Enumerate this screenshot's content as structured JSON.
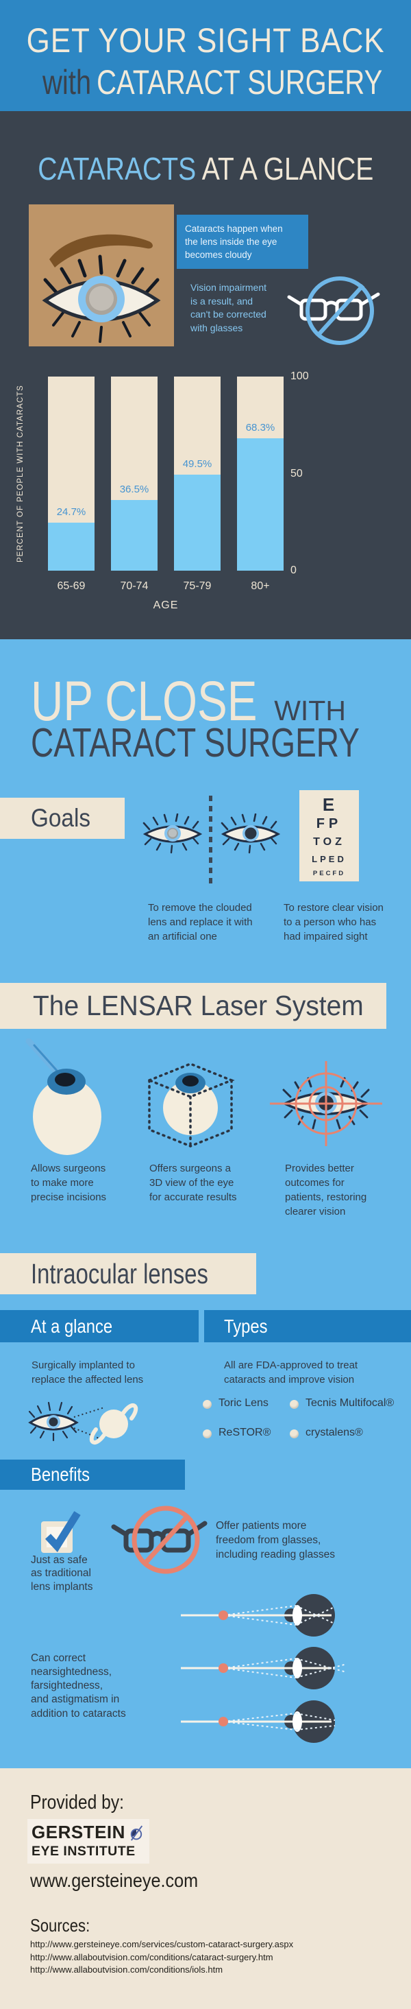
{
  "palette": {
    "header_blue": "#2D87C4",
    "dark_slate": "#3A434E",
    "body_blue": "#65B8EA",
    "cream": "#F0E7D6",
    "deep_blue_band": "#1E7DBE",
    "coral": "#E8826E",
    "bar_fill_blue": "#7CCDF4",
    "bar_value_blue": "#4694D1",
    "light_blue_text": "#86C7F0",
    "tan": "#BE9568"
  },
  "hero": {
    "line1": "GET YOUR SIGHT BACK",
    "line2_prefix": "with",
    "line2": "CATARACT SURGERY"
  },
  "glance": {
    "title_accent": "CATARACTS",
    "title_rest": "AT A GLANCE",
    "fact1": "Cataracts happen when\nthe lens inside the eye\nbecomes cloudy",
    "fact2": "Vision impairment\nis a result, and\ncan't be corrected\nwith glasses"
  },
  "chart_data": {
    "type": "bar",
    "categories": [
      "65-69",
      "70-74",
      "75-79",
      "80+"
    ],
    "values": [
      24.7,
      36.5,
      49.5,
      68.3
    ],
    "labels": [
      "24.7%",
      "36.5%",
      "49.5%",
      "68.3%"
    ],
    "title": "",
    "xlabel": "AGE",
    "ylabel": "PERCENT OF PEOPLE WITH CATARACTS",
    "ylim": [
      0,
      100
    ],
    "yticks": [
      100,
      50,
      0
    ],
    "grid": false,
    "legend": "none"
  },
  "upclose": {
    "title_accent": "UP CLOSE",
    "title_with": "WITH",
    "title_line2": "CATARACT SURGERY"
  },
  "goals": {
    "heading": "Goals",
    "eye_chart_rows": [
      "E",
      "FP",
      "TOZ",
      "LPED",
      "PECFD"
    ],
    "caption1": "To remove the clouded\nlens and replace it with\nan artificial one",
    "caption2": "To restore clear vision\nto a person who has\nhad impaired sight"
  },
  "lensar": {
    "heading": "The LENSAR Laser System",
    "items": [
      {
        "icon": "laser-incision-eye-icon",
        "caption": "Allows surgeons\nto make more\nprecise incisions"
      },
      {
        "icon": "3d-cube-eye-icon",
        "caption": "Offers surgeons a\n3D view of the eye\nfor accurate results"
      },
      {
        "icon": "crosshair-eye-icon",
        "caption": "Provides better\noutcomes for\npatients, restoring\nclearer vision"
      }
    ]
  },
  "iol": {
    "heading": "Intraocular lenses",
    "at_a_glance": {
      "heading": "At a glance",
      "text": "Surgically implanted to\nreplace the affected lens"
    },
    "types": {
      "heading": "Types",
      "text": "All are FDA-approved to treat\ncataracts and improve vision",
      "options": [
        "Toric Lens",
        "Tecnis Multifocal®",
        "ReSTOR®",
        "crystalens®"
      ]
    },
    "benefits": {
      "heading": "Benefits",
      "safe": "Just as safe\nas traditional\nlens implants",
      "freedom": "Offer patients more\nfreedom from glasses,\nincluding reading glasses",
      "correct": "Can correct\nnearsightedness,\nfarsightedness,\nand astigmatism in\naddition to cataracts"
    }
  },
  "footer": {
    "provided_by": "Provided by:",
    "org_line1": "GERSTEIN",
    "org_line2": "EYE INSTITUTE",
    "website": "www.gersteineye.com",
    "sources_heading": "Sources:",
    "sources": [
      "http://www.gersteineye.com/services/custom-cataract-surgery.aspx",
      "http://www.allaboutvision.com/conditions/cataract-surgery.htm",
      "http://www.allaboutvision.com/conditions/iols.htm"
    ]
  }
}
